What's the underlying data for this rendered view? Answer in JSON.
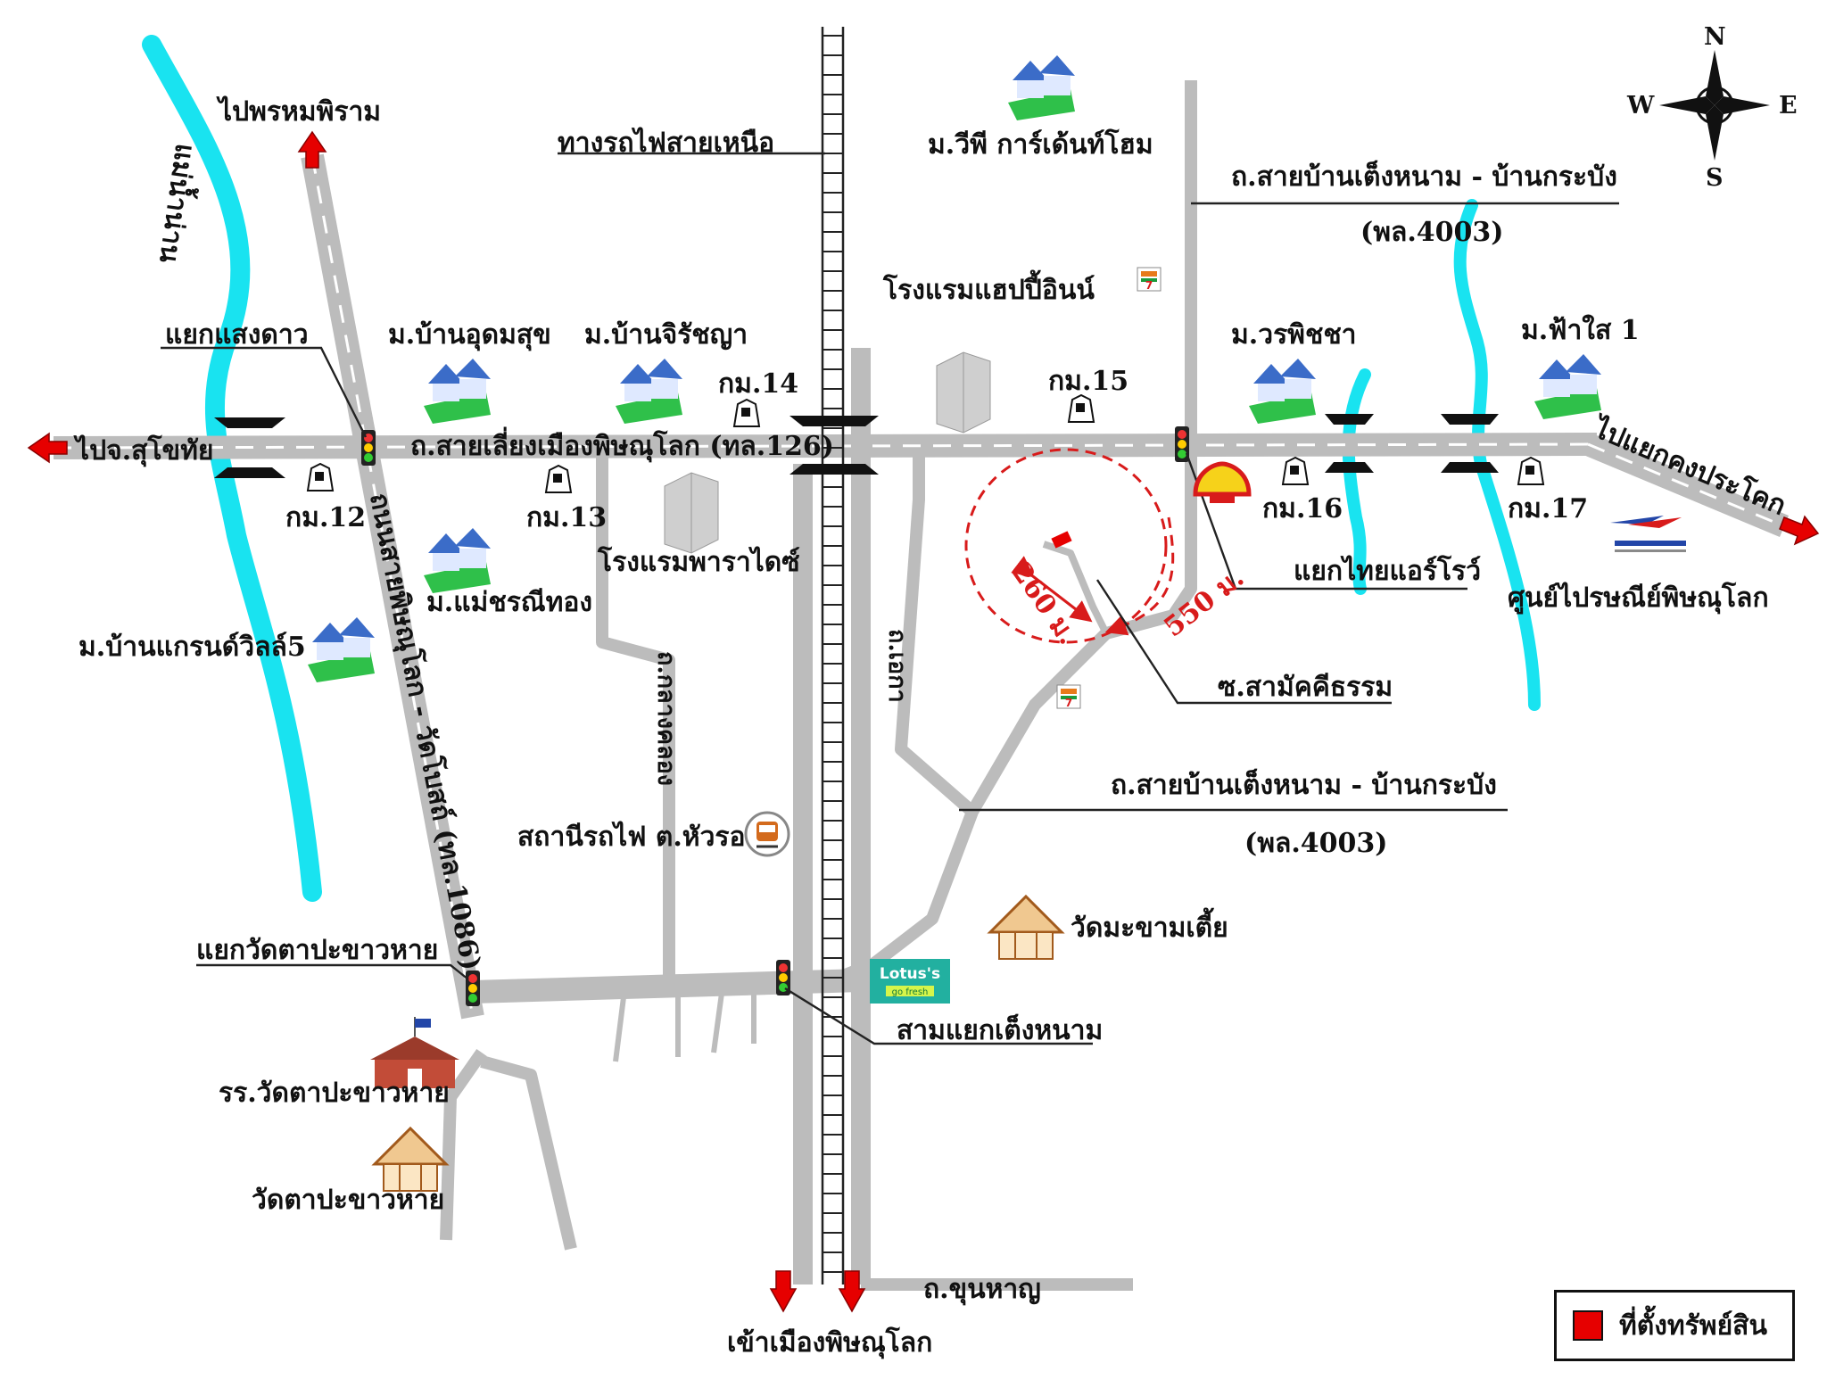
{
  "compass": {
    "n": "N",
    "s": "S",
    "e": "E",
    "w": "W"
  },
  "roads": {
    "bypass": "ถ.สายเลี่ยงเมืองพิษณุโลก (ทล.126)",
    "phitsanulok_watbot": "ถนนสายพิษณุโลก - วัดโบสถ์ (ทล.1086)",
    "tenghnam_krabang_top": "ถ.สายบ้านเต็งหนาม - บ้านกระบัง",
    "tenghnam_krabang_top_code": "(พล.4003)",
    "tenghnam_krabang_bottom": "ถ.สายบ้านเต็งหนาม - บ้านกระบัง",
    "tenghnam_krabang_bottom_code": "(พล.4003)",
    "khunharn": "ถ.ขุนหาญ",
    "samakkhi": "ซ.สามัคคีธรรม",
    "railway": "ทางรถไฟสายเหนือ",
    "bypath_left": "ถ.กลางคลอง",
    "bypath_mid": "ถ.เอกา"
  },
  "directions": {
    "to_sukhothai": "ไปจ.สุโขทัย",
    "to_phrom_phiram": "ไปพรหมพิราม",
    "to_khong_prakhon": "ไปแยกคงประโคก",
    "into_city": "เข้าเมืองพิษณุโลก"
  },
  "places": {
    "river": "แม่น้ำน่าน",
    "saeng_dao": "แยกแสงดาว",
    "ban_udom_suk": "ม.บ้านอุดมสุข",
    "ban_jirichaya": "ม.บ้านจิรัชญา",
    "vp_garden": "ม.วีพี การ์เด้นท์โฮม",
    "happy_inn": "โรงแรมแฮปปี้อินน์",
    "worapitcha": "ม.วรพิชชา",
    "fah_sai": "ม.ฟ้าใส 1",
    "mae_cha_nee": "ม.แม่ชรณีทอง",
    "grand_ville": "ม.บ้านแกรนด์วิลล์5",
    "paradise": "โรงแรมพาราไดซ์",
    "thai_airways": "แยกไทยแอร์โรว์",
    "post_center": "ศูนย์ไปรษณีย์พิษณุโลก",
    "hua_ro_station": "สถานีรถไฟ ต.หัวรอ",
    "wat_makham_tia": "วัดมะขามเตี้ย",
    "wat_ta_pa_yak_junction": "แยกวัดตาปะขาวหาย",
    "school": "รร.วัดตาปะขาวหาย",
    "wat_ta_pa": "วัดตาปะขาวหาย",
    "sam_yaek_tenghnam": "สามแยกเต็งหนาม",
    "lotus_brand": "Lotus's",
    "lotus_sub": "go fresh"
  },
  "km_posts": {
    "km12": "กม.12",
    "km13": "กม.13",
    "km14": "กม.14",
    "km15": "กม.15",
    "km16": "กม.16",
    "km17": "กม.17"
  },
  "distances": {
    "d260": "260 ม.",
    "d550": "550 ม."
  },
  "legend": {
    "label": "ที่ตั้งทรัพย์สิน",
    "color": "#e60000"
  },
  "colors": {
    "road": "#bcbcbc",
    "river": "#19e3f0",
    "circle": "#d81b1b",
    "arrow": "#e60000"
  }
}
